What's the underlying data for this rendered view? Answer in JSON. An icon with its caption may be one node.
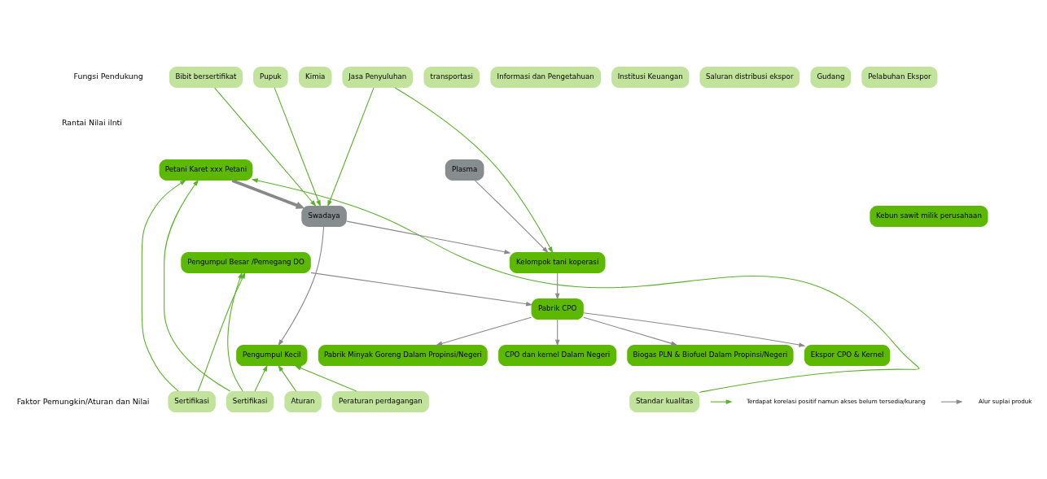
{
  "diagram": {
    "nodes": [
      {
        "text": [
          "Bibit bersertifikat"
        ]
      },
      {
        "text": [
          "Pupuk"
        ]
      },
      {
        "text": [
          "Kimia"
        ]
      },
      {
        "text": [
          "Jasa Penyuluhan"
        ]
      },
      {
        "text": [
          "transportasi"
        ]
      },
      {
        "text": [
          "Informasi dan Pengetahuan"
        ]
      },
      {
        "text": [
          "Institusi Keuangan"
        ]
      },
      {
        "text": [
          "Saluran distribusi ekspor"
        ]
      },
      {
        "text": [
          "Gudang"
        ]
      },
      {
        "text": [
          "Pelabuhan Ekspor"
        ]
      },
      {
        "text": [
          "Petani Karet xxx Petani"
        ]
      },
      {
        "text": [
          "Plasma"
        ]
      },
      {
        "text": [
          "Swadaya"
        ]
      },
      {
        "text": [
          "Kelompok tani koperasi"
        ]
      },
      {
        "text": [
          "Pengumpul Kecil"
        ]
      },
      {
        "text": [
          "Pengumpul Besar /Pemegang DO"
        ]
      },
      {
        "text": [
          "Pabrik CPO"
        ]
      },
      {
        "text": [
          "Kebun sawit milik perusahaan"
        ]
      },
      {
        "text": [
          "Ekspor CPO & Kernel"
        ]
      },
      {
        "text": [
          "CPO dan kernel Dalam Negeri"
        ]
      },
      {
        "text": [
          "Pabrik Minyak Goreng Dalam Propinsi/Negeri"
        ]
      },
      {
        "text": [
          "Biogas PLN & Biofuel Dalam Propinsi/Negeri"
        ]
      },
      {
        "text": [
          "Sertifikasi"
        ]
      },
      {
        "text": [
          "Sertifikasi"
        ]
      },
      {
        "text": [
          "Aturan"
        ]
      },
      {
        "text": [
          "Peraturan perdagangan"
        ]
      },
      {
        "text": [
          "Standar kualitas"
        ]
      }
    ],
    "edges": [
      {
        "from": 0,
        "to": 12,
        "arrow": "to"
      },
      {
        "from": 1,
        "to": 12,
        "arrow": "to"
      },
      {
        "from": 3,
        "to": 12,
        "arrow": "to"
      },
      {
        "from": 3,
        "to": 13,
        "arrow": "to"
      },
      {
        "from": 10,
        "to": 12,
        "arrow": "to",
        "style": "thick",
        "color": "#888888"
      },
      {
        "from": 11,
        "to": 13,
        "arrow": "to",
        "color": "#888888"
      },
      {
        "from": 12,
        "to": 13,
        "arrow": "to",
        "color": "#888888"
      },
      {
        "from": 12,
        "to": 14,
        "arrow": "to",
        "color": "#888888"
      },
      {
        "from": 13,
        "to": 16,
        "arrow": "to",
        "color": "#888888"
      },
      {
        "from": 15,
        "to": 16,
        "arrow": "to",
        "color": "#888888"
      },
      {
        "from": 16,
        "to": 18,
        "arrow": "to",
        "color": "#888888"
      },
      {
        "from": 16,
        "to": 19,
        "arrow": "to",
        "color": "#888888"
      },
      {
        "from": 16,
        "to": 20,
        "arrow": "to",
        "color": "#888888"
      },
      {
        "from": 16,
        "to": 21,
        "arrow": "to",
        "color": "#888888"
      },
      {
        "from": 22,
        "to": 10,
        "arrow": "to"
      },
      {
        "from": 22,
        "to": 15,
        "arrow": "to"
      },
      {
        "from": 23,
        "to": 10,
        "arrow": "to"
      },
      {
        "from": 23,
        "to": 14,
        "arrow": "to"
      },
      {
        "from": 23,
        "to": 15,
        "arrow": "to"
      },
      {
        "from": 24,
        "to": 14,
        "arrow": "to"
      },
      {
        "from": 25,
        "to": 14,
        "arrow": "to"
      },
      {
        "from": 26,
        "to": 10,
        "arrow": "to"
      }
    ],
    "labels": [
      "Fungsi Pendukung",
      "Rantai Nilai ilnti",
      "Faktor Pemungkin/Aturan dan Nilai"
    ],
    "legend": [
      {
        "text": "Terdapat korelasi positif namun akses belum tersedia/kurang"
      },
      {
        "text": "Alur suplai produk"
      }
    ]
  }
}
